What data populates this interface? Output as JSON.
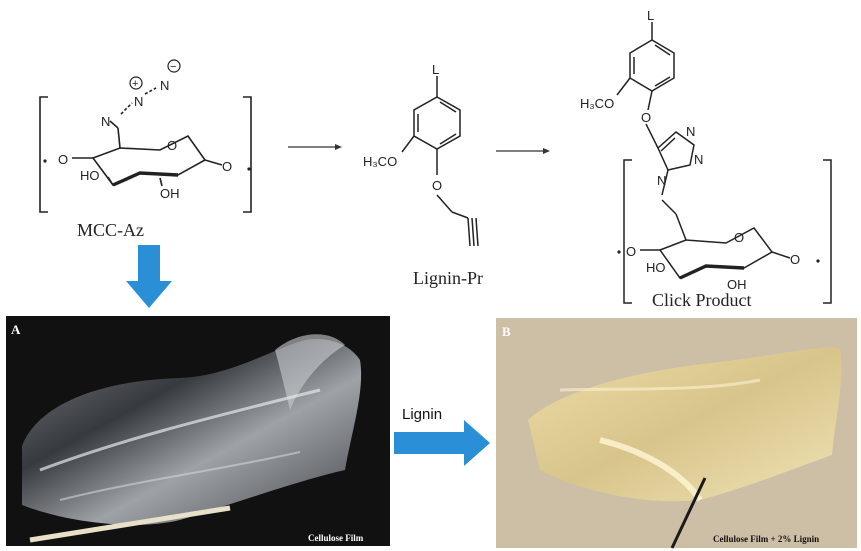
{
  "structures": {
    "mcc_az": {
      "caption": "MCC-Az",
      "labels": {
        "n1": "N",
        "n2": "N",
        "n3": "N",
        "plus": "+",
        "minus": "−",
        "o_left": "O",
        "o_ring": "O",
        "o_right": "O",
        "ho": "HO",
        "oh": "OH"
      }
    },
    "lignin_pr": {
      "caption": "Lignin-Pr",
      "labels": {
        "l_top": "L",
        "h3co": "H₃CO",
        "o_ether": "O"
      }
    },
    "click_product": {
      "caption": "Click Product",
      "labels": {
        "l_top": "L",
        "h3co": "H₃CO",
        "o_ether": "O",
        "n_a": "N",
        "n_b": "N",
        "n_c": "N",
        "o_left": "O",
        "o_ring": "O",
        "o_right": "O",
        "ho": "HO",
        "oh": "OH"
      }
    }
  },
  "photos": {
    "a": {
      "letter": "A",
      "caption": "Cellulose Film"
    },
    "b": {
      "letter": "B",
      "caption": "Cellulose Film + 2% Lignin"
    }
  },
  "arrow_label": "Lignin",
  "colors": {
    "blue_arrow": "#2a8fd6",
    "photo_a_bg": "#111111",
    "photo_b_bg": "#cdbfa6",
    "film_b": "#e6d49a"
  }
}
